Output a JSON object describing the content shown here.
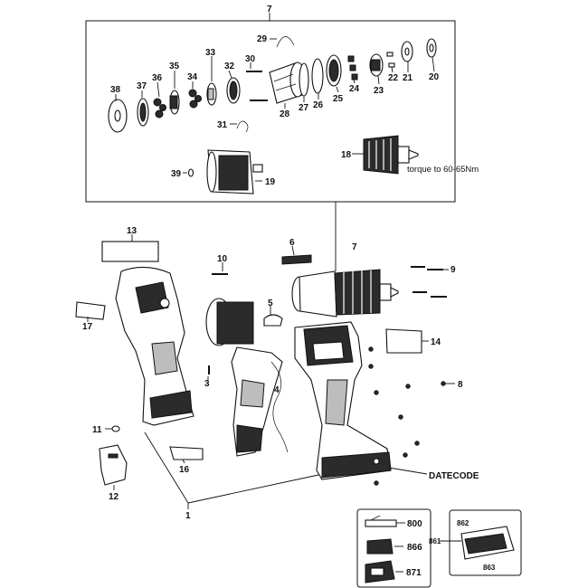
{
  "labels": {
    "l7_top": "7",
    "l29": "29",
    "l33": "33",
    "l30": "30",
    "l32": "32",
    "l35": "35",
    "l36": "36",
    "l34": "34",
    "l37": "37",
    "l38": "38",
    "l28": "28",
    "l27": "27",
    "l26": "26",
    "l25": "25",
    "l24": "24",
    "l23": "23",
    "l22": "22",
    "l21": "21",
    "l20": "20",
    "l31": "31",
    "l18": "18",
    "l39": "39",
    "l19": "19",
    "l13": "13",
    "l6": "6",
    "l7": "7",
    "l9": "9",
    "l10": "10",
    "l5": "5",
    "l17": "17",
    "l14": "14",
    "l3": "3",
    "l4": "4",
    "l8": "8",
    "l11": "11",
    "l16": "16",
    "l12": "12",
    "l1": "1",
    "l800": "800",
    "l866": "866",
    "l871": "871",
    "l862": "862",
    "l861": "861",
    "l863": "863"
  },
  "notes": {
    "torque": "torque to 60-65Nm",
    "datecode": "DATECODE"
  }
}
